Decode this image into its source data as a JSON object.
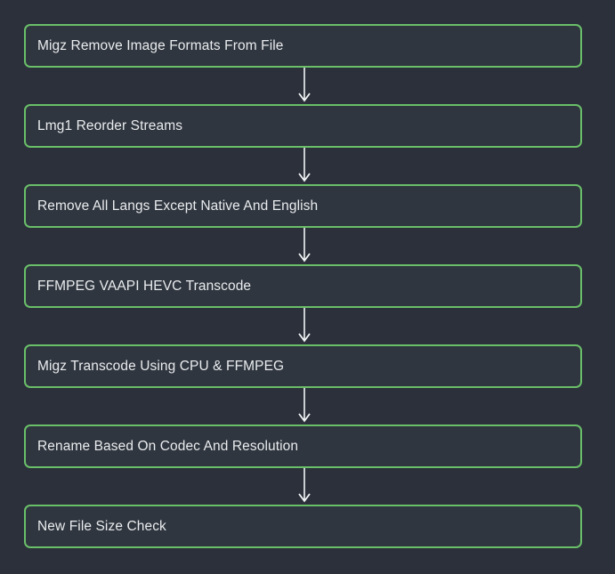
{
  "diagram": {
    "type": "flowchart",
    "orientation": "top-to-bottom",
    "background_color": "#2b303b",
    "node_border_color": "#6abf69",
    "node_fill_color": "#30363f",
    "node_text_color": "#e9ecef",
    "connector_color": "#f3f5f7",
    "connector_icon": "arrow-down-icon",
    "nodes": [
      {
        "id": "node-1",
        "label": "Migz Remove Image Formats From File"
      },
      {
        "id": "node-2",
        "label": "Lmg1 Reorder Streams"
      },
      {
        "id": "node-3",
        "label": "Remove All Langs Except Native And English"
      },
      {
        "id": "node-4",
        "label": "FFMPEG VAAPI HEVC Transcode"
      },
      {
        "id": "node-5",
        "label": "Migz Transcode Using CPU & FFMPEG"
      },
      {
        "id": "node-6",
        "label": "Rename Based On Codec And Resolution"
      },
      {
        "id": "node-7",
        "label": "New File Size Check"
      }
    ],
    "edges": [
      {
        "from": "node-1",
        "to": "node-2"
      },
      {
        "from": "node-2",
        "to": "node-3"
      },
      {
        "from": "node-3",
        "to": "node-4"
      },
      {
        "from": "node-4",
        "to": "node-5"
      },
      {
        "from": "node-5",
        "to": "node-6"
      },
      {
        "from": "node-6",
        "to": "node-7"
      }
    ]
  }
}
